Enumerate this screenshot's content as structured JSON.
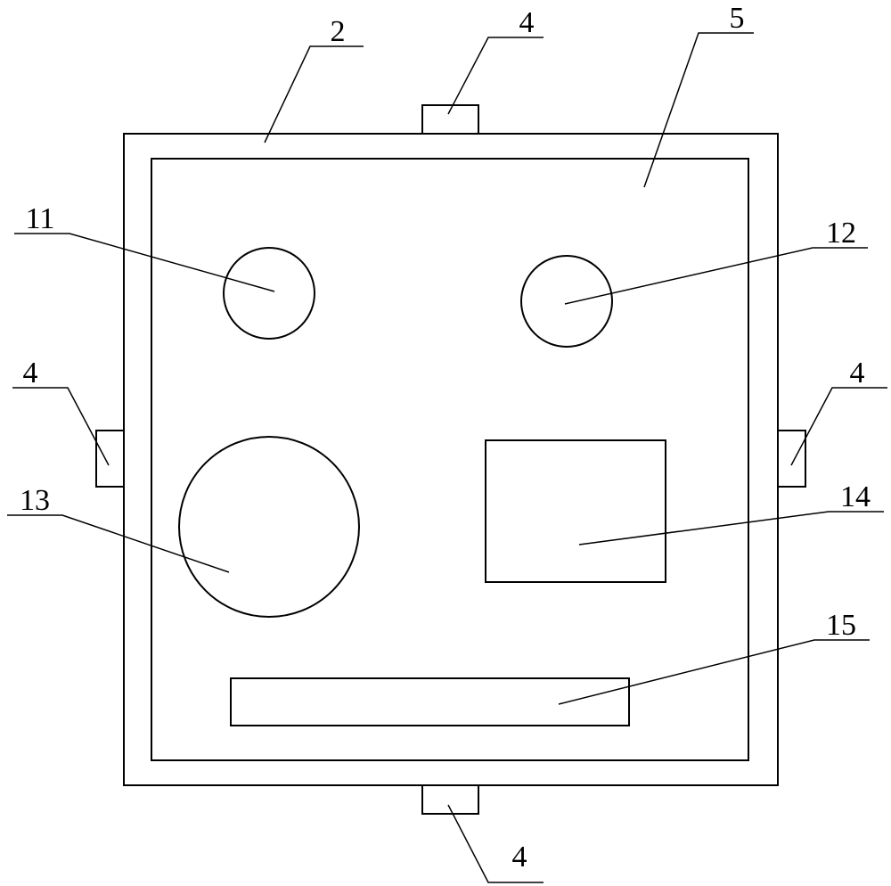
{
  "labels": {
    "outer_frame": "2",
    "lug_top": "4",
    "lug_left": "4",
    "lug_right": "4",
    "lug_bottom": "4",
    "inner_panel": "5",
    "circle_left": "11",
    "circle_right": "12",
    "circle_large": "13",
    "square": "14",
    "bar": "15"
  },
  "colors": {
    "line": "#000000",
    "background": "#ffffff"
  }
}
